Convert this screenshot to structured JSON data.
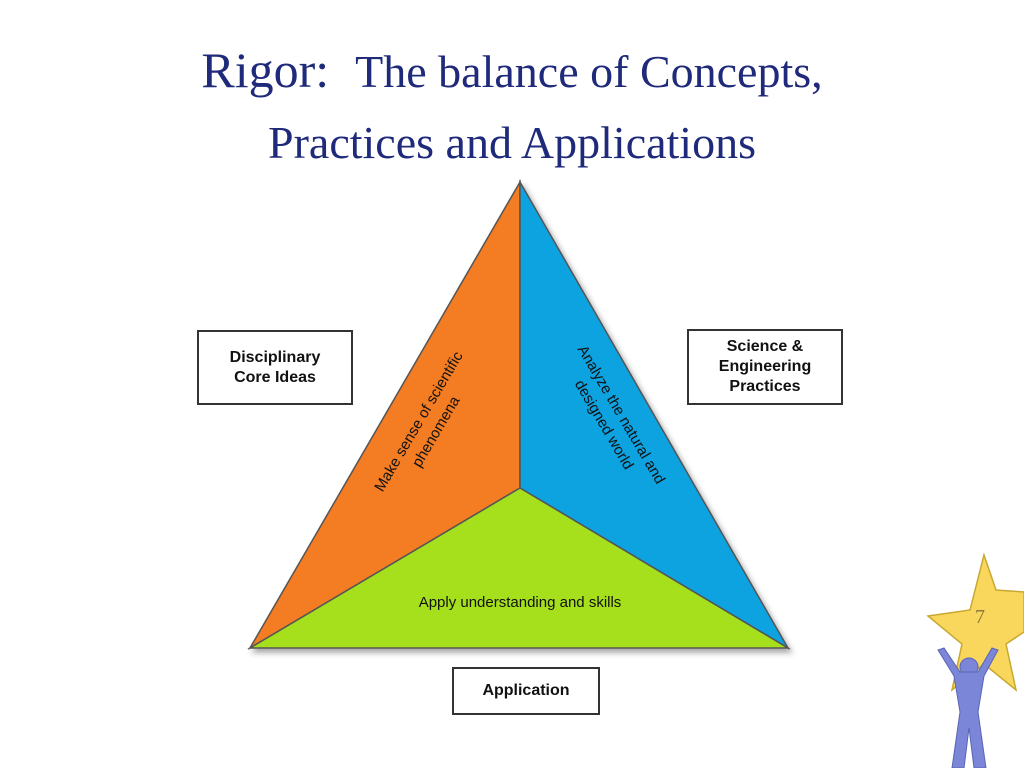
{
  "title": {
    "part1": "Rigor:",
    "part2": "The balance of Concepts,",
    "line2": "Practices and Applications"
  },
  "boxes": {
    "left": "Disciplinary\nCore Ideas",
    "right": "Science &\nEngineering\nPractices",
    "bottom": "Application"
  },
  "triangle": {
    "left_face_text_line1": "Make sense of scientific",
    "left_face_text_line2": "phenomena",
    "right_face_text_line1": "Analyze the natural and",
    "right_face_text_line2": "designed world",
    "bottom_face_text": "Apply understanding and skills"
  },
  "colors": {
    "title": "#1f2a7a",
    "left_face": "#f47b20",
    "right_face": "#0aa2e0",
    "bottom_face": "#a6e01c",
    "star": "#f9d65c"
  },
  "slide_number": "7",
  "icons": [
    "star-icon",
    "person-icon"
  ]
}
